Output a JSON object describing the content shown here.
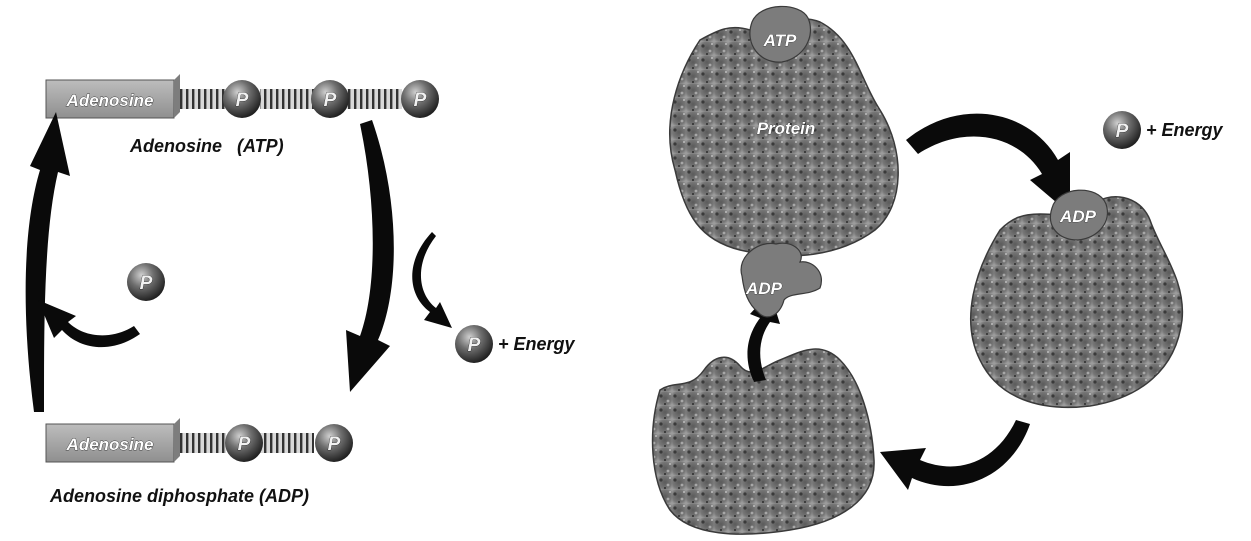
{
  "left_cycle": {
    "atp": {
      "box_label": "Adenosine",
      "phosphates": [
        "P",
        "P",
        "P"
      ],
      "caption": "Adenosine   (ATP)"
    },
    "adp": {
      "box_label": "Adenosine",
      "phosphates": [
        "P",
        "P"
      ],
      "caption": "Adenosine diphosphate (ADP)"
    },
    "free_phosphate": "P",
    "released": {
      "phosphate": "P",
      "energy": "+ Energy"
    }
  },
  "right_cycle": {
    "atp_label": "ATP",
    "protein_label": "Protein",
    "released": {
      "phosphate": "P",
      "energy": "+ Energy"
    },
    "adp_bound_label": "ADP",
    "adp_released_label": "ADP"
  },
  "colors": {
    "text": "#111111",
    "arrow": "#0a0a0a",
    "phosphate_sphere": "#5c5c5c",
    "protein_blob": "#6e6e6e",
    "background": "#ffffff"
  }
}
